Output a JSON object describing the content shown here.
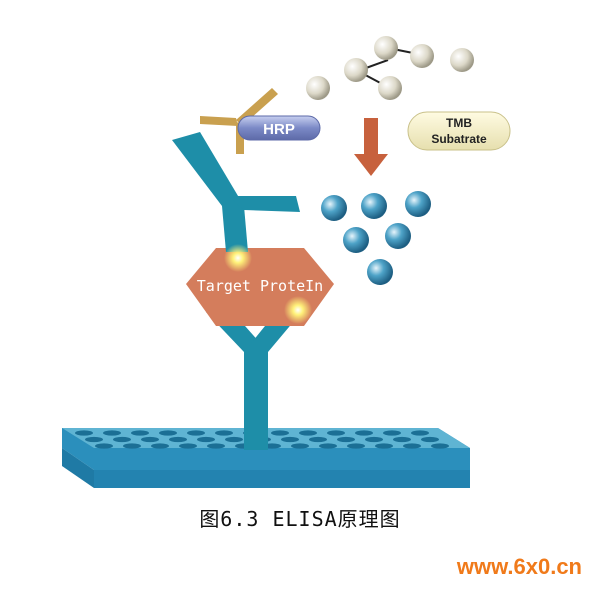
{
  "diagram": {
    "labels": {
      "hrp": "HRP",
      "tmb_line1": "TMB",
      "tmb_line2": "Subatrate",
      "target": "Target ProteIn"
    },
    "caption": "图6.3 ELISA原理图",
    "watermark": "www.6x0.cn",
    "colors": {
      "antibody": "#1e8ea8",
      "plate_top": "#5fb4d3",
      "plate_side": "#2b8fbc",
      "well": "#1b6f95",
      "target": "#d47d5c",
      "hrp_enzyme": "#c9a04f",
      "hrp_pill": "#7b89c6",
      "tmb_pill": "#f4efc6",
      "arrow": "#c7613d",
      "substrate_bead": "#d9d5c4",
      "product_bead": "#2f8bb1",
      "binding_spot": "#fff27a",
      "watermark": "#f07a1a"
    }
  }
}
